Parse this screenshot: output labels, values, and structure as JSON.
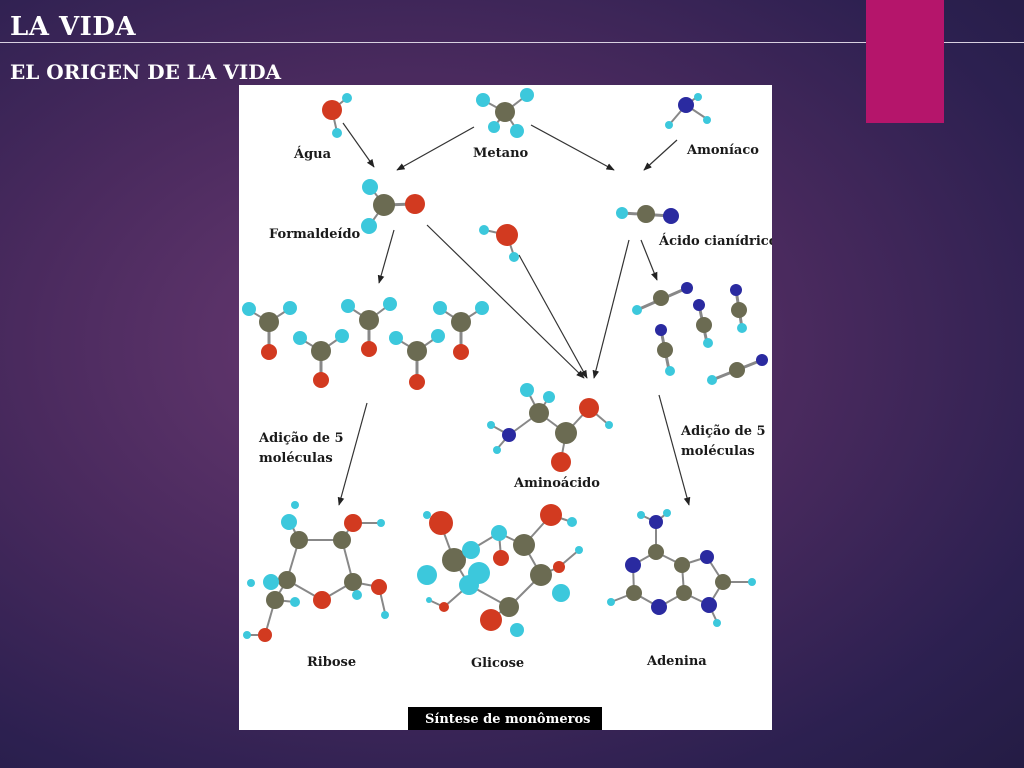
{
  "slide": {
    "title": "LA VIDA",
    "subtitle": "EL ORIGEN DE LA VIDA",
    "accent_color": "#b5156b"
  },
  "figure": {
    "labels": {
      "agua": "Água",
      "metano": "Metano",
      "amoniaco": "Amoníaco",
      "formaldeido": "Formaldeído",
      "acido_cianidrico": "Ácido cianídrico",
      "adicao_left_1": "Adição de 5",
      "adicao_left_2": "moléculas",
      "adicao_right_1": "Adição de 5",
      "adicao_right_2": "moléculas",
      "aminoacido": "Aminoácido",
      "ribose": "Ribose",
      "glicose": "Glicose",
      "adenina": "Adenina"
    },
    "caption": "Síntese de monômeros",
    "atom_colors": {
      "oxygen": "#d23a20",
      "hydrogen": "#3cc8dc",
      "carbon": "#6b6b52",
      "nitrogen": "#2a2aa0"
    }
  }
}
